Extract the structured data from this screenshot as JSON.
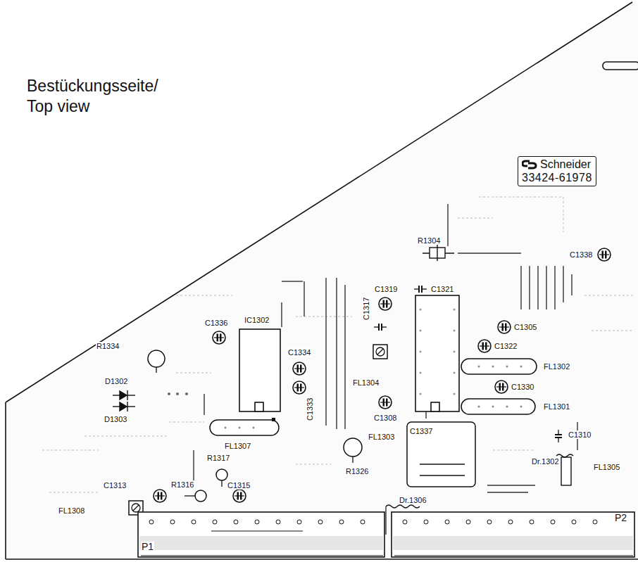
{
  "diagram": {
    "title": "Bestückungsseite/ Top view",
    "nodes": [
      {
        "text": [
          "Schneider",
          "33424-61978"
        ]
      }
    ],
    "labels": [
      "R1304",
      "C1338",
      "C1319",
      "C1321",
      "C1317",
      "C1305",
      "C1336",
      "IC1302",
      "R1334",
      "C1334",
      "C1322",
      "FL1302",
      "C1333",
      "FL1304",
      "C1330",
      "D1302",
      "D1303",
      "C1308",
      "FL1301",
      "FL1307",
      "FL1303",
      "C1337",
      "C1310",
      "R1317",
      "R1326",
      "Dr.1302",
      "FL1305",
      "C1313",
      "R1316",
      "C1315",
      "Dr.1306",
      "FL1308",
      "P1",
      "P2"
    ]
  }
}
